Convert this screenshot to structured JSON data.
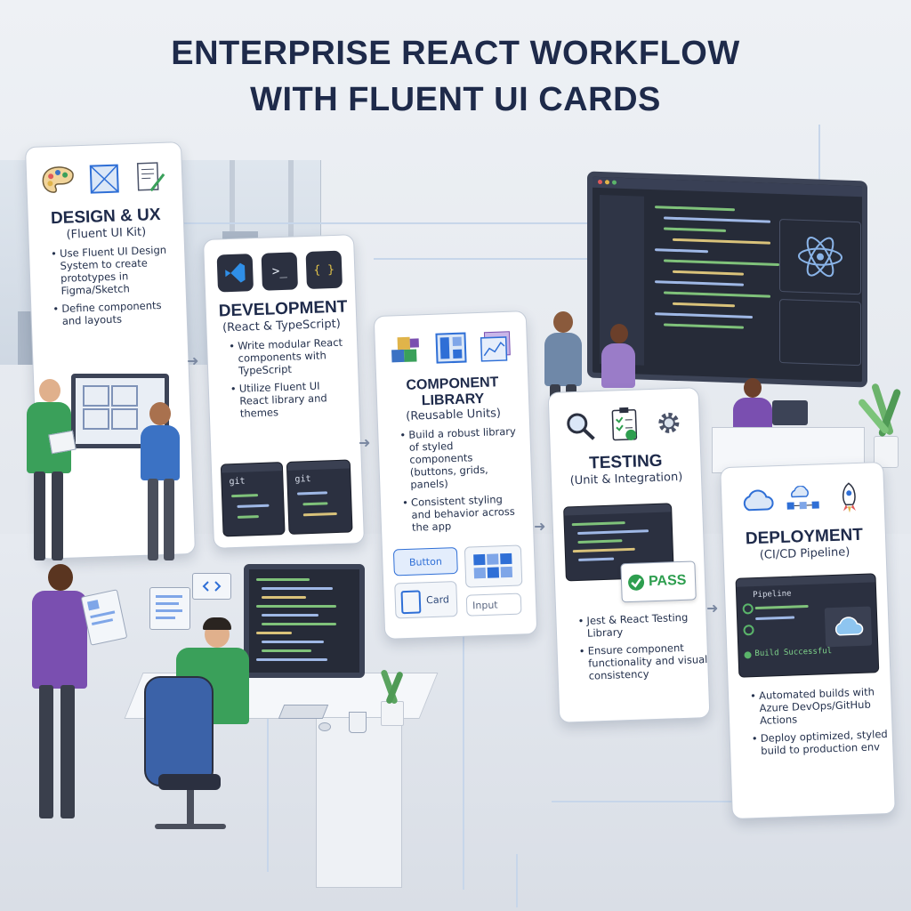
{
  "title_line1": "ENTERPRISE REACT WORKFLOW",
  "title_line2": "WITH FLUENT UI CARDS",
  "cards": [
    {
      "id": "design",
      "title": "DESIGN & UX",
      "subtitle": "(Fluent UI Kit)",
      "bullets": [
        "Use Fluent UI Design System to create prototypes in Figma/Sketch",
        "Define components and layouts"
      ],
      "icons": [
        "palette-icon",
        "wireframe-icon",
        "sketch-document-icon"
      ]
    },
    {
      "id": "development",
      "title": "DEVELOPMENT",
      "subtitle": "(React & TypeScript)",
      "bullets": [
        "Write modular React components with TypeScript",
        "Utilize Fluent UI React library and themes"
      ],
      "icons": [
        "vscode-icon",
        "terminal-icon",
        "braces-icon"
      ],
      "terminal_labels": [
        "git",
        "git"
      ],
      "terminal_glyph": ">_",
      "braces_glyph": "{ }"
    },
    {
      "id": "component-library",
      "title": "COMPONENT LIBRARY",
      "subtitle": "(Reusable Units)",
      "bullets": [
        "Build a robust library of styled components (buttons, grids, panels)",
        "Consistent styling and behavior across the app"
      ],
      "icons": [
        "blocks-icon",
        "layout-grid-icon",
        "chart-window-icon"
      ],
      "sample_button": "Button",
      "sample_card": "Card",
      "sample_input": "Input"
    },
    {
      "id": "testing",
      "title": "TESTING",
      "subtitle": "(Unit & Integration)",
      "bullets": [
        "Jest & React Testing Library",
        "Ensure component functionality and visual consistency"
      ],
      "icons": [
        "magnifier-icon",
        "checklist-icon",
        "gear-icon"
      ],
      "pass_label": "PASS"
    },
    {
      "id": "deployment",
      "title": "DEPLOYMENT",
      "subtitle": "(CI/CD Pipeline)",
      "bullets": [
        "Automated builds with Azure DevOps/GitHub Actions",
        "Deploy optimized, styled build to production env"
      ],
      "icons": [
        "cloud-icon",
        "pipeline-icon",
        "rocket-icon"
      ],
      "pipeline_label": "Pipeline",
      "build_status": "Build Successful"
    }
  ],
  "colors": {
    "title": "#1e2a4a",
    "accent_blue": "#2f6fd6",
    "pass_green": "#2e9e4f",
    "terminal_bg": "#2b3040",
    "shirt_green": "#3aa05a",
    "shirt_purple": "#7a4fb0",
    "shirt_blue": "#3b72c4"
  }
}
